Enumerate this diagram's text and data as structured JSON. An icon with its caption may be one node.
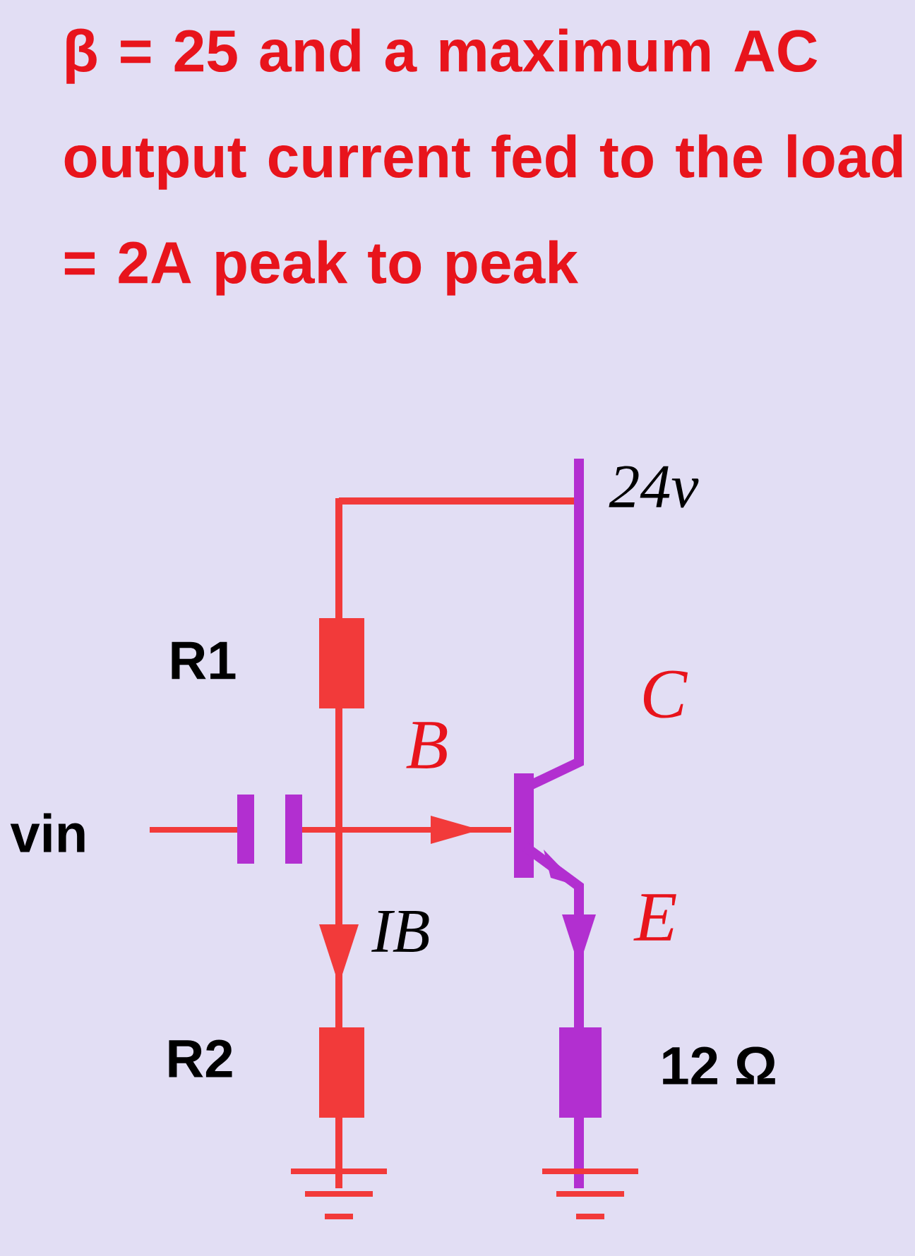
{
  "diagram": {
    "title": "β = 25 and a maximum AC output current fed to the load = 2A peak to peak",
    "labels": [
      "24v",
      "R1",
      "C",
      "B",
      "vin",
      "IB",
      "E",
      "R2",
      "12 Ω"
    ]
  }
}
